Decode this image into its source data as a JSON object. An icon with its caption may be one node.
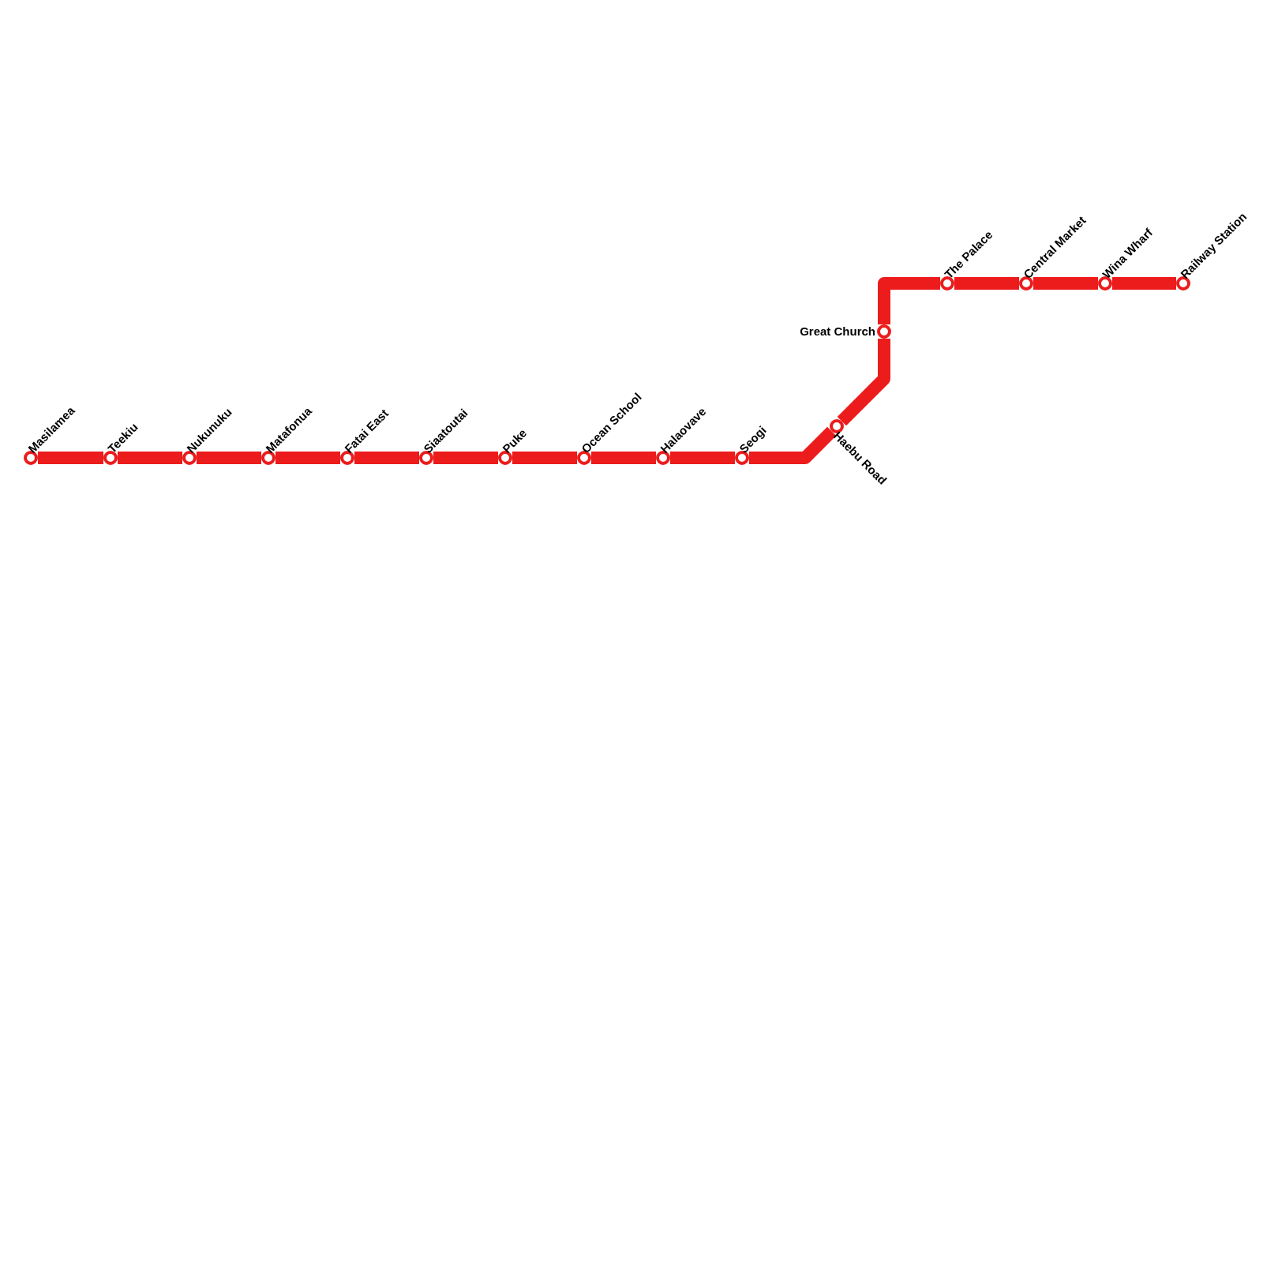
{
  "diagram": {
    "nodes": [
      {
        "text": [
          "Masilamea"
        ]
      },
      {
        "text": [
          "Teekiu"
        ]
      },
      {
        "text": [
          "Nukunuku"
        ]
      },
      {
        "text": [
          "Matafonua"
        ]
      },
      {
        "text": [
          "Fatai East"
        ]
      },
      {
        "text": [
          "Siaatoutai"
        ]
      },
      {
        "text": [
          "Puke"
        ]
      },
      {
        "text": [
          "Ocean School"
        ]
      },
      {
        "text": [
          "Halaovave"
        ]
      },
      {
        "text": [
          "Seogi"
        ]
      },
      {
        "text": [
          "Haebu Road"
        ]
      },
      {
        "text": [
          "Great Church"
        ]
      },
      {
        "text": [
          "The Palace"
        ]
      },
      {
        "text": [
          "Central Market"
        ]
      },
      {
        "text": [
          "Wina Wharf"
        ]
      },
      {
        "text": [
          "Railway Station"
        ]
      }
    ],
    "edges": [
      {
        "from": 0,
        "to": 1,
        "arrow": "none"
      },
      {
        "from": 1,
        "to": 2,
        "arrow": "none"
      },
      {
        "from": 2,
        "to": 3,
        "arrow": "none"
      },
      {
        "from": 3,
        "to": 4,
        "arrow": "none"
      },
      {
        "from": 4,
        "to": 5,
        "arrow": "none"
      },
      {
        "from": 5,
        "to": 6,
        "arrow": "none"
      },
      {
        "from": 6,
        "to": 7,
        "arrow": "none"
      },
      {
        "from": 7,
        "to": 8,
        "arrow": "none"
      },
      {
        "from": 8,
        "to": 9,
        "arrow": "none"
      },
      {
        "from": 9,
        "to": 10,
        "arrow": "none"
      },
      {
        "from": 10,
        "to": 11,
        "arrow": "none"
      },
      {
        "from": 11,
        "to": 12,
        "arrow": "none"
      },
      {
        "from": 12,
        "to": 13,
        "arrow": "none"
      },
      {
        "from": 13,
        "to": 14,
        "arrow": "none"
      },
      {
        "from": 14,
        "to": 15,
        "arrow": "none"
      }
    ]
  }
}
